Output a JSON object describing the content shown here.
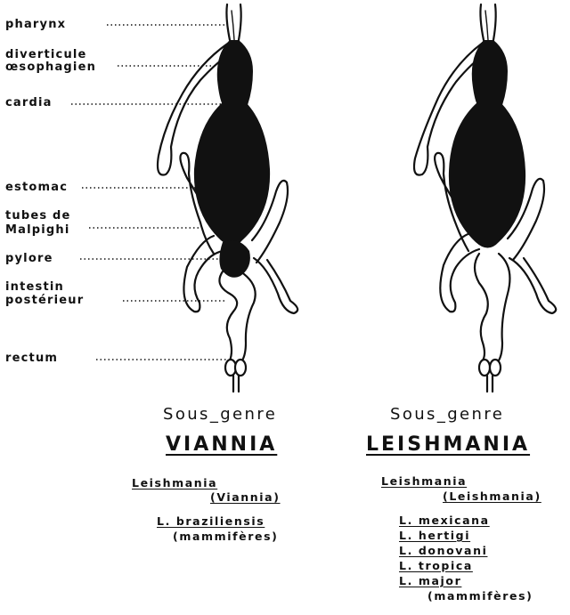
{
  "labels": [
    {
      "id": "pharynx",
      "text": "pharynx"
    },
    {
      "id": "diverticule",
      "text": "diverticule"
    },
    {
      "id": "oesophagien",
      "text": "œsophagien"
    },
    {
      "id": "cardia",
      "text": "cardia"
    },
    {
      "id": "estomac",
      "text": "estomac"
    },
    {
      "id": "tubes",
      "text": "tubes de"
    },
    {
      "id": "malpighi",
      "text": "Malpighi"
    },
    {
      "id": "pylore",
      "text": "pylore"
    },
    {
      "id": "intestin",
      "text": "intestin"
    },
    {
      "id": "posterieur",
      "text": "postérieur"
    },
    {
      "id": "rectum",
      "text": "rectum"
    }
  ],
  "left": {
    "subgenus": "Sous_genre",
    "genus": "VIANNIA",
    "species_title_1": "Leishmania",
    "species_title_2": "(Viannia)",
    "species": [
      "L. braziliensis"
    ],
    "hosts": "(mammifères)"
  },
  "right": {
    "subgenus": "Sous_genre",
    "genus": "LEISHMANIA",
    "species_title_1": "Leishmania",
    "species_title_2": "(Leishmania)",
    "species": [
      "L. mexicana",
      "L. hertigi",
      "L. donovani",
      "L. tropica",
      "L. major"
    ],
    "hosts": "(mammifères)"
  },
  "colors": {
    "ink": "#111111",
    "paper": "#ffffff"
  }
}
